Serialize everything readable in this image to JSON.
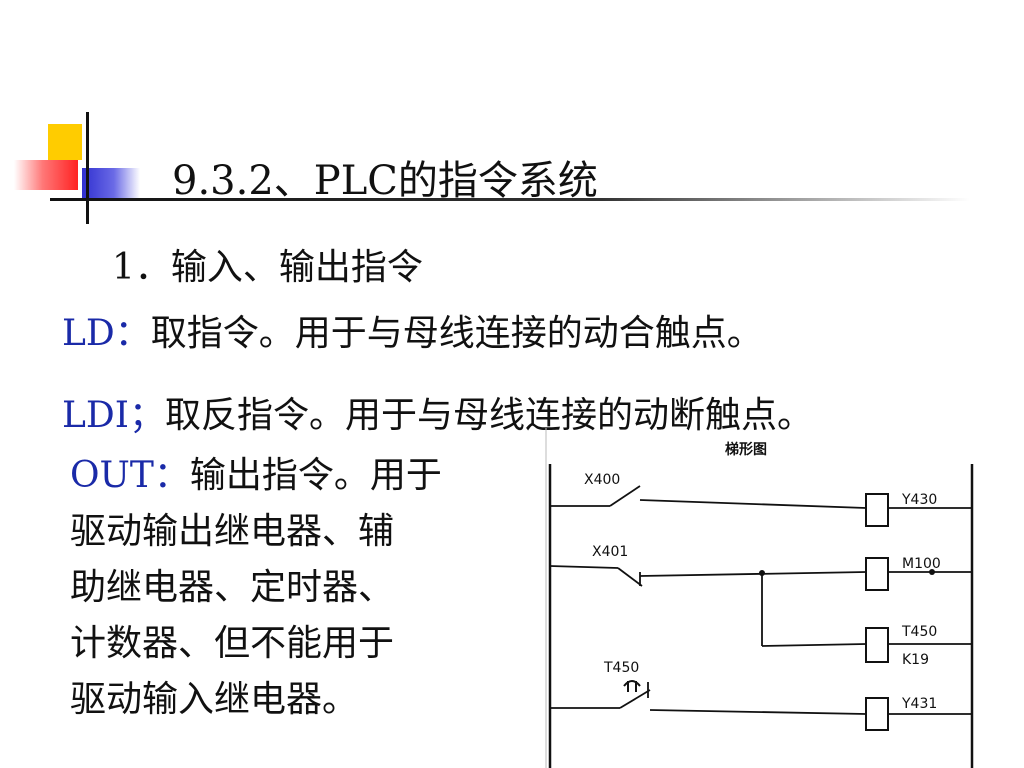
{
  "slide": {
    "title": "9.3.2、PLC的指令系统",
    "subtitle": "1．输入、输出指令",
    "ld": {
      "keyword": "LD：",
      "text": "取指令。用于与母线连接的动合触点。"
    },
    "ldi": {
      "keyword": "LDI；",
      "text": "取反指令。用于与母线连接的动断触点。"
    },
    "out": {
      "keyword": "OUT：",
      "lines": [
        "输出指令。用于",
        "驱动输出继电器、辅",
        "助继电器、定时器、",
        "计数器、但不能用于",
        "驱动输入继电器。"
      ]
    }
  },
  "ladder": {
    "title": "梯形图",
    "contacts": [
      "X400",
      "X401",
      "T450"
    ],
    "coils": [
      "Y430",
      "M100",
      "T450",
      "Y431"
    ],
    "coil_param": "K19"
  },
  "colors": {
    "keyword": "#1a2aa8",
    "accent_yellow": "#ffcc00",
    "accent_red": "#ff2222",
    "accent_blue": "#3030d0"
  }
}
